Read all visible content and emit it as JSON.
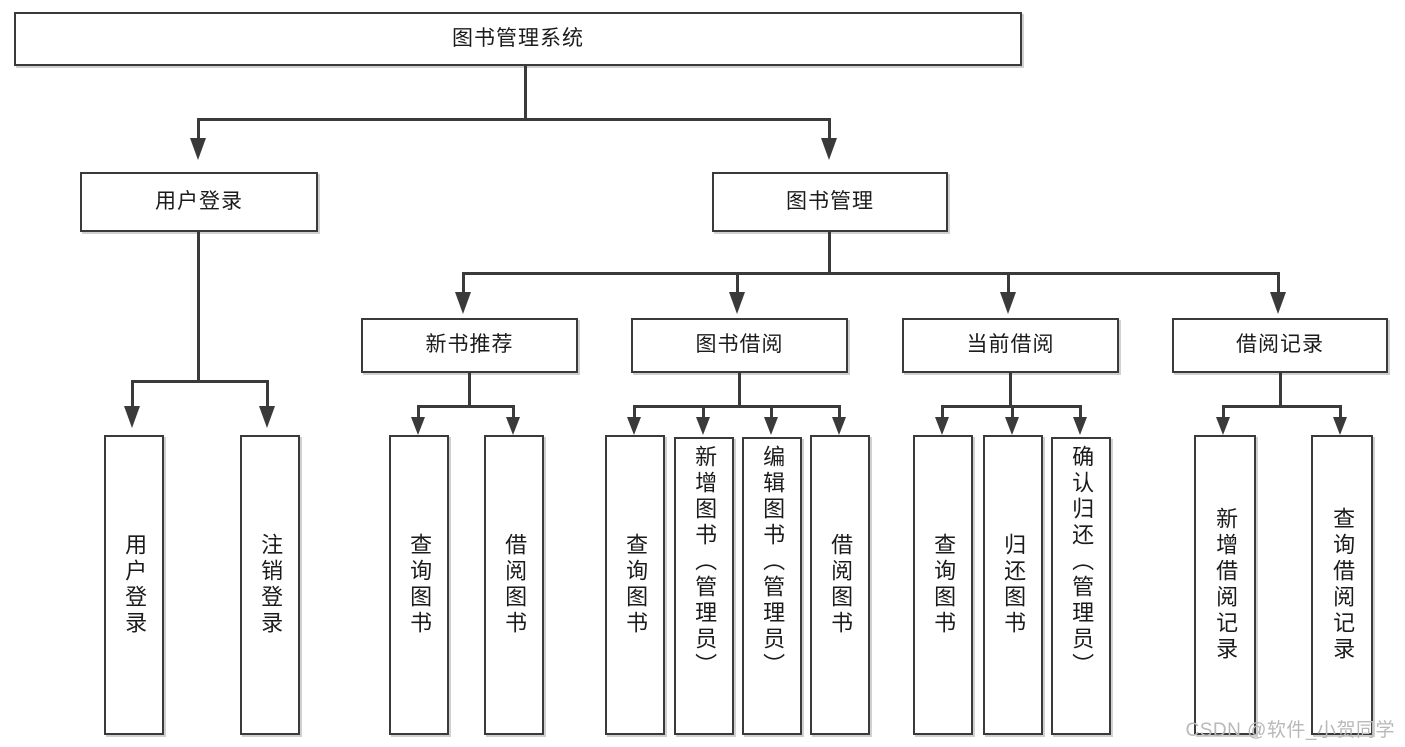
{
  "diagram": {
    "title": "图书管理系统",
    "type": "hierarchy-tree",
    "root": {
      "id": "root",
      "label": "图书管理系统"
    },
    "level2": [
      {
        "id": "user-login",
        "label": "用户登录"
      },
      {
        "id": "book-management",
        "label": "图书管理"
      }
    ],
    "level3": [
      {
        "id": "new-book-recommend",
        "label": "新书推荐",
        "parent": "book-management"
      },
      {
        "id": "book-borrow",
        "label": "图书借阅",
        "parent": "book-management"
      },
      {
        "id": "current-borrow",
        "label": "当前借阅",
        "parent": "book-management"
      },
      {
        "id": "borrow-record",
        "label": "借阅记录",
        "parent": "book-management"
      }
    ],
    "leaves": {
      "user_login": [
        {
          "id": "leaf-user-login",
          "label": "用户登录"
        },
        {
          "id": "leaf-logout-login",
          "label": "注销登录"
        }
      ],
      "new_book_recommend": [
        {
          "id": "leaf-query-book-1",
          "label": "查询图书"
        },
        {
          "id": "leaf-borrow-book-1",
          "label": "借阅图书"
        }
      ],
      "book_borrow": [
        {
          "id": "leaf-query-book-2",
          "label": "查询图书"
        },
        {
          "id": "leaf-add-book",
          "label": "新增图书（管理员）"
        },
        {
          "id": "leaf-edit-book",
          "label": "编辑图书（管理员）"
        },
        {
          "id": "leaf-borrow-book-2",
          "label": "借阅图书"
        }
      ],
      "current_borrow": [
        {
          "id": "leaf-query-book-3",
          "label": "查询图书"
        },
        {
          "id": "leaf-return-book",
          "label": "归还图书"
        },
        {
          "id": "leaf-confirm-return",
          "label": "确认归还（管理员）"
        }
      ],
      "borrow_record": [
        {
          "id": "leaf-add-record",
          "label": "新增借阅记录"
        },
        {
          "id": "leaf-query-record",
          "label": "查询借阅记录"
        }
      ]
    }
  },
  "watermark": {
    "text": "CSDN @软件_小贺同学"
  },
  "colors": {
    "stroke": "#3a3a3a",
    "text": "#1b1b1b",
    "background": "#ffffff",
    "watermark": "#b9b9b9"
  }
}
